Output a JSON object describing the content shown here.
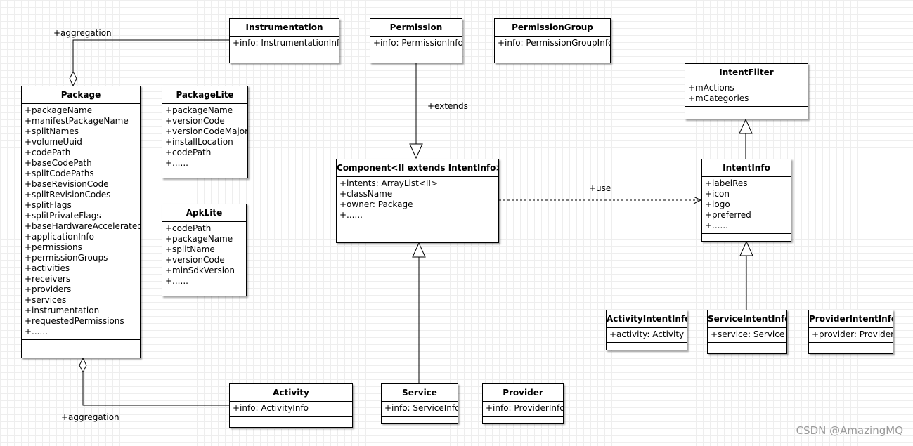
{
  "classes": {
    "instrumentation": {
      "name": "Instrumentation",
      "attrs": [
        "+info: InstrumentationInfo"
      ]
    },
    "permission": {
      "name": "Permission",
      "attrs": [
        "+info: PermissionInfo"
      ]
    },
    "permission_group": {
      "name": "PermissionGroup",
      "attrs": [
        "+info: PermissionGroupInfo"
      ]
    },
    "package": {
      "name": "Package",
      "attrs": [
        "+packageName",
        "+manifestPackageName",
        "+splitNames",
        "+volumeUuid",
        "+codePath",
        "+baseCodePath",
        "+splitCodePaths",
        "+baseRevisionCode",
        "+splitRevisionCodes",
        "+splitFlags",
        "+splitPrivateFlags",
        "+baseHardwareAccelerated",
        "+applicationInfo",
        "+permissions",
        "+permissionGroups",
        "+activities",
        "+receivers",
        "+providers",
        "+services",
        "+instrumentation",
        "+requestedPermissions",
        "+......"
      ]
    },
    "package_lite": {
      "name": "PackageLite",
      "attrs": [
        "+packageName",
        "+versionCode",
        "+versionCodeMajor",
        "+installLocation",
        "+codePath",
        "+......"
      ]
    },
    "apk_lite": {
      "name": "ApkLite",
      "attrs": [
        "+codePath",
        "+packageName",
        "+splitName",
        "+versionCode",
        "+minSdkVersion",
        "+......"
      ]
    },
    "component": {
      "name": "Component<II extends IntentInfo>",
      "attrs": [
        "+intents: ArrayList<II>",
        "+className",
        "+owner: Package",
        "+......"
      ]
    },
    "intent_filter": {
      "name": "IntentFilter",
      "attrs": [
        "+mActions",
        "+mCategories"
      ]
    },
    "intent_info": {
      "name": "IntentInfo",
      "attrs": [
        "+labelRes",
        "+icon",
        "+logo",
        "+preferred",
        "+......"
      ]
    },
    "activity_intent_info": {
      "name": "ActivityIntentInfo",
      "attrs": [
        "+activity: Activity"
      ]
    },
    "service_intent_info": {
      "name": "ServiceIntentInfo",
      "attrs": [
        "+service: Service"
      ]
    },
    "provider_intent_info": {
      "name": "ProviderIntentInfo",
      "attrs": [
        "+provider: Provider"
      ]
    },
    "activity": {
      "name": "Activity",
      "attrs": [
        "+info: ActivityInfo"
      ]
    },
    "service": {
      "name": "Service",
      "attrs": [
        "+info: ServiceInfo"
      ]
    },
    "provider": {
      "name": "Provider",
      "attrs": [
        "+info: ProviderInfo"
      ]
    }
  },
  "labels": {
    "aggregation_top": "+aggregation",
    "aggregation_bottom": "+aggregation",
    "extends": "+extends",
    "use": "+use"
  },
  "watermark": "CSDN @AmazingMQ"
}
